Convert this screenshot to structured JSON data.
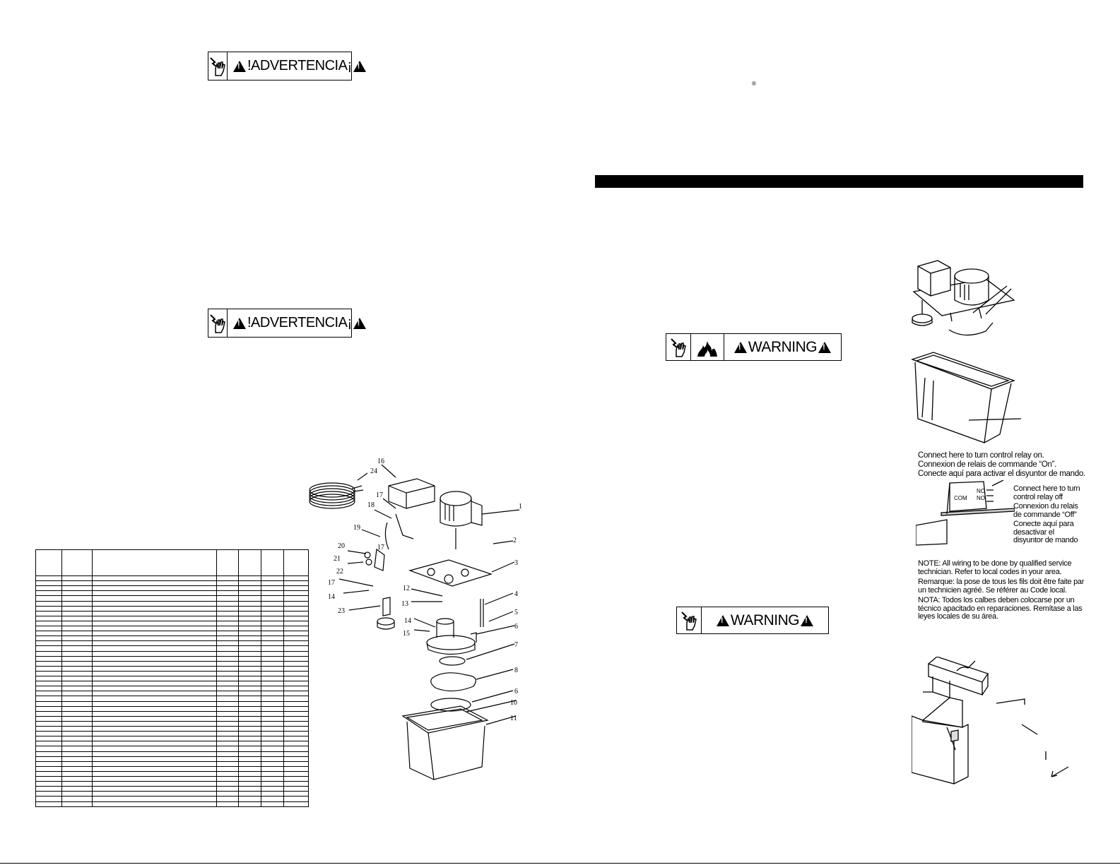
{
  "warning_labels": {
    "advertencia_top": "!ADVERTENCIA¡",
    "advertencia_mid": "!ADVERTENCIA¡",
    "warning_right_top": "WARNING",
    "warning_right_bottom": "WARNING"
  },
  "registered_mark": "®",
  "exploded_view_callouts": [
    "16",
    "24",
    "17",
    "18",
    "1",
    "19",
    "20",
    "17",
    "2",
    "21",
    "22",
    "3",
    "17",
    "12",
    "14",
    "13",
    "4",
    "23",
    "14",
    "5",
    "15",
    "6",
    "7",
    "8",
    "6",
    "10",
    "11"
  ],
  "wiring": {
    "relay_on_lines": [
      "Connect here to turn control relay on.",
      "Connexion de relais de commande “On”.",
      "Conecte aquí para activar el disyuntor de mando."
    ],
    "relay_off_lines": [
      "Connect here to turn",
      "control relay off",
      "Connexion du relais",
      "de commande “Off”",
      "Conecte aquí para",
      "desactivar el",
      "disyuntor de mando"
    ],
    "terminal_com": "COM",
    "terminal_nc": "NC",
    "terminal_no": "NO",
    "notes": [
      "NOTE: All wiring to be done by qualified service technician. Refer to local codes in your area.",
      "Remarque: la pose de tous les fils doit être faite par un technicien agréé. Se référer au Code local.",
      "NOTA: Todos los calbes deben colocarse por un técnico apacitado en reparaciones. Remítase a las leyes locales de su área."
    ]
  }
}
